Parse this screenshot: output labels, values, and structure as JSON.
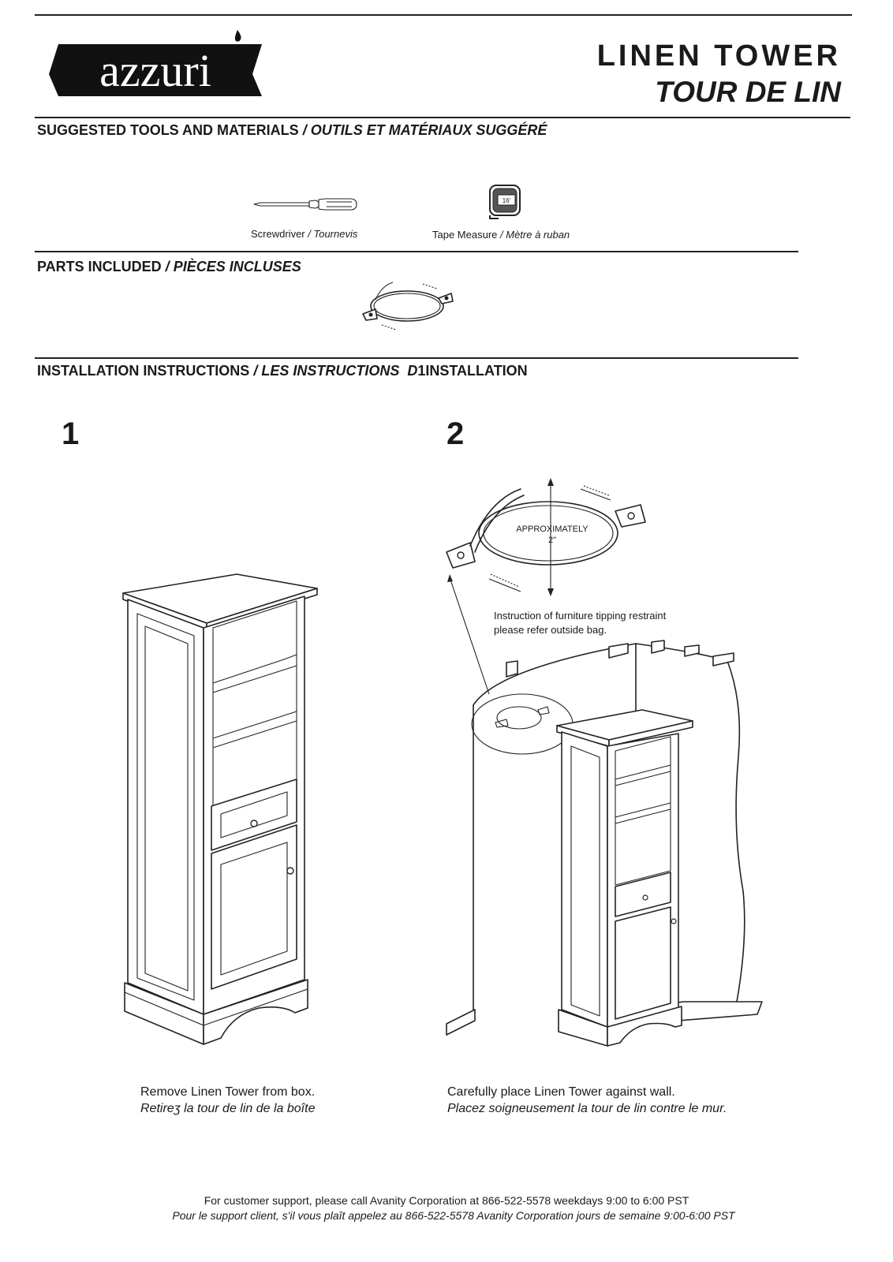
{
  "brand": {
    "logo_text": "azzuri"
  },
  "header": {
    "title_en": "LINEN TOWER",
    "title_fr": "TOUR DE LIN"
  },
  "sections": {
    "tools": {
      "en": "SUGGESTED TOOLS AND MATERIALS",
      "sep": " / ",
      "fr": "OUTILS ET MATÉRIAUX SUGGÉRÉ"
    },
    "parts": {
      "en": "PARTS INCLUDED",
      "sep": " / ",
      "fr": "PIÈCES INCLUSES"
    },
    "install": {
      "en": "INSTALLATION INSTRUCTIONS",
      "sep": " / ",
      "fr": "LES INSTRUCTIONS  D",
      "fr_tail": "1INSTALLATION"
    }
  },
  "tools": [
    {
      "icon": "screwdriver-icon",
      "label_en": "Screwdriver",
      "sep": " / ",
      "label_fr": "Tournevis"
    },
    {
      "icon": "tape-measure-icon",
      "label_en": "Tape Measure",
      "sep": " / ",
      "label_fr": "Mètre à ruban",
      "tape_marking": "16'"
    }
  ],
  "parts": [
    {
      "icon": "tipping-restraint-kit-icon"
    }
  ],
  "steps": [
    {
      "number": "1",
      "text_en": "Remove Linen Tower from box.",
      "text_fr": "Retireʒ la tour de lin de la boîte"
    },
    {
      "number": "2",
      "text_en": "Carefully place Linen Tower against wall.",
      "text_fr": "Placez soigneusement la tour de lin contre le mur.",
      "callout_line1": "APPROXIMATELY",
      "callout_line2": "2\"",
      "note_line1": "Instruction of furniture tipping restraint",
      "note_line2": "please refer outside bag."
    }
  ],
  "footer": {
    "line_en": "For customer support, please call Avanity Corporation at 866-522-5578 weekdays 9:00 to 6:00 PST",
    "line_fr": "Pour le support client, s'il vous plaît appelez au 866-522-5578 Avanity Corporation jours de semaine 9:00-6:00 PST"
  }
}
